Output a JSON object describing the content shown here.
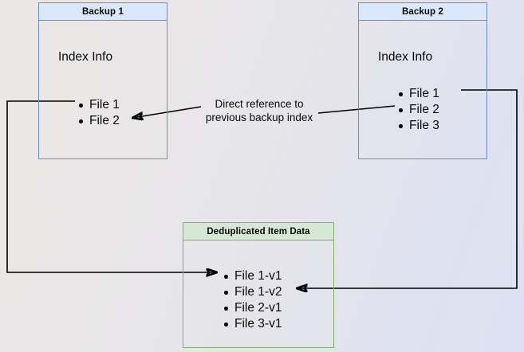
{
  "diagram": {
    "title": "Backup deduplication index reference diagram",
    "colors": {
      "blue_border": "#6c8ebf",
      "blue_fill": "#dae8fc",
      "green_border": "#82b366",
      "green_fill": "#d5e8d4",
      "edge": "#000000"
    },
    "nodes": {
      "backup1": {
        "header": "Backup 1",
        "index_label": "Index Info",
        "items": [
          "File 1",
          "File 2"
        ]
      },
      "backup2": {
        "header": "Backup 2",
        "index_label": "Index Info",
        "items": [
          "File 1",
          "File 2",
          "File 3"
        ]
      },
      "dedup": {
        "header": "Deduplicated Item Data",
        "items": [
          "File 1-v1",
          "File 1-v2",
          "File 2-v1",
          "File 3-v1"
        ]
      }
    },
    "edges": {
      "reference_caption": "Direct reference to\nprevious backup index"
    }
  }
}
